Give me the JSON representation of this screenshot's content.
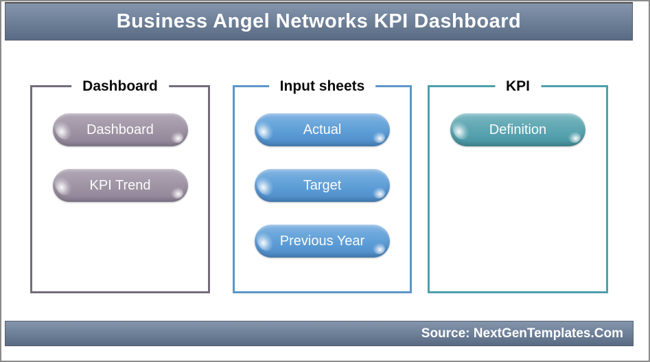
{
  "header": {
    "title": "Business Angel Networks KPI Dashboard"
  },
  "groups": [
    {
      "title": "Dashboard",
      "accent": "#756b7b",
      "button_color": "#9c91a1",
      "buttons": [
        "Dashboard",
        "KPI Trend"
      ]
    },
    {
      "title": "Input sheets",
      "accent": "#5b96c8",
      "button_color": "#5b9bd5",
      "buttons": [
        "Actual",
        "Target",
        "Previous Year"
      ]
    },
    {
      "title": "KPI",
      "accent": "#4f9faa",
      "button_color": "#57a3af",
      "buttons": [
        "Definition"
      ]
    }
  ],
  "footer": {
    "source": "Source: NextGenTemplates.Com"
  },
  "colors": {
    "bar_gradient_top": "#8495ab",
    "bar_gradient_bottom": "#596b84",
    "bar_text": "#ffffff",
    "page_border": "#8a8a8a",
    "group_title_text": "#0a0a0a",
    "button_text": "#fbfbfb"
  }
}
